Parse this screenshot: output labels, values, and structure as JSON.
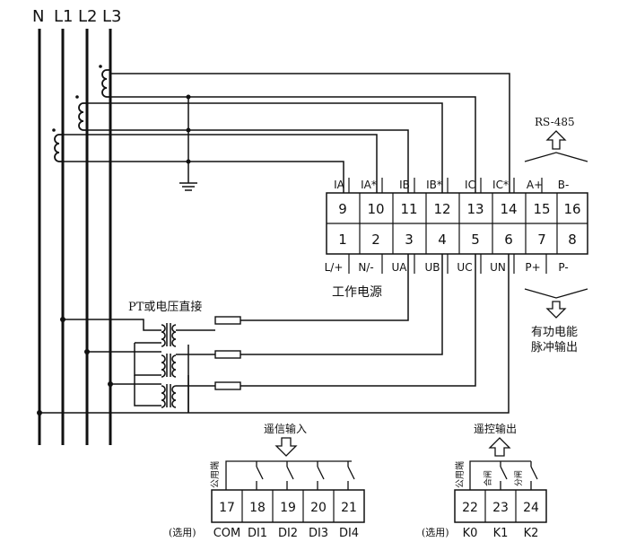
{
  "lines": [
    "N",
    "L1",
    "L2",
    "L3"
  ],
  "top_terminals": {
    "labels": [
      "IA",
      "IA*",
      "IB",
      "IB*",
      "IC",
      "IC*",
      "A+",
      "B-"
    ],
    "numbers": [
      "9",
      "10",
      "11",
      "12",
      "13",
      "14",
      "15",
      "16"
    ]
  },
  "bottom_terminals": {
    "numbers": [
      "1",
      "2",
      "3",
      "4",
      "5",
      "6",
      "7",
      "8"
    ],
    "labels": [
      "L/+",
      "N/-",
      "UA",
      "UB",
      "UC",
      "UN",
      "P+",
      "P-"
    ]
  },
  "rs485_label": "RS-485",
  "power_label": "工作电源",
  "pt_label": "PT或电压直接",
  "pulse_label": [
    "有功电能",
    "脉冲输出"
  ],
  "di_block": {
    "title": "遥信输入",
    "common_label": "公用端",
    "numbers": [
      "17",
      "18",
      "19",
      "20",
      "21"
    ],
    "optional_label": "(选用)",
    "labels": [
      "COM",
      "DI1",
      "DI2",
      "DI3",
      "DI4"
    ]
  },
  "do_block": {
    "title": "遥控输出",
    "common_label": "公用端",
    "sub_labels": [
      "合闸",
      "分闸"
    ],
    "numbers": [
      "22",
      "23",
      "24"
    ],
    "optional_label": "(选用)",
    "labels": [
      "K0",
      "K1",
      "K2"
    ]
  }
}
